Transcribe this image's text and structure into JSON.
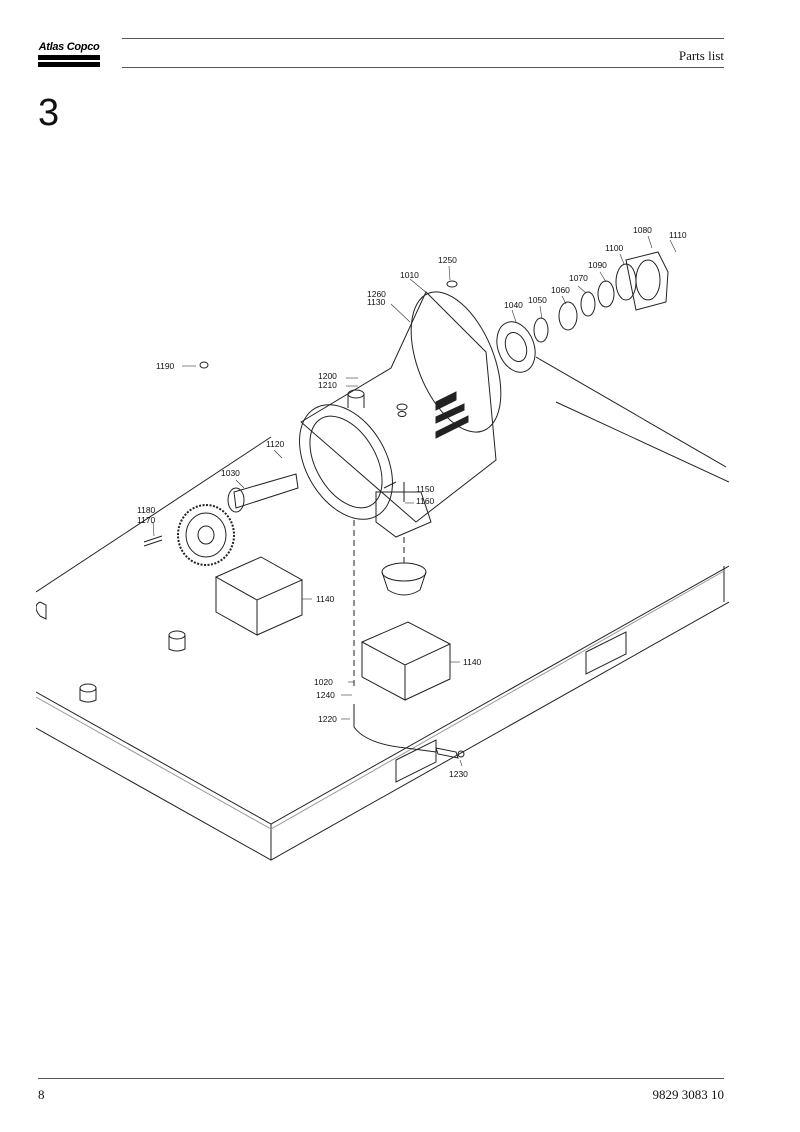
{
  "header": {
    "brand": "Atlas Copco",
    "label": "Parts list"
  },
  "section": {
    "number": "3"
  },
  "drawing": {
    "callouts": [
      "1010",
      "1020",
      "1030",
      "1040",
      "1050",
      "1060",
      "1070",
      "1080",
      "1090",
      "1100",
      "1110",
      "1120",
      "1130",
      "1140",
      "1140",
      "1150",
      "1160",
      "1170",
      "1180",
      "1190",
      "1200",
      "1210",
      "1220",
      "1230",
      "1240",
      "1250",
      "1260"
    ]
  },
  "footer": {
    "page_number": "8",
    "document_number": "9829 3083 10"
  }
}
